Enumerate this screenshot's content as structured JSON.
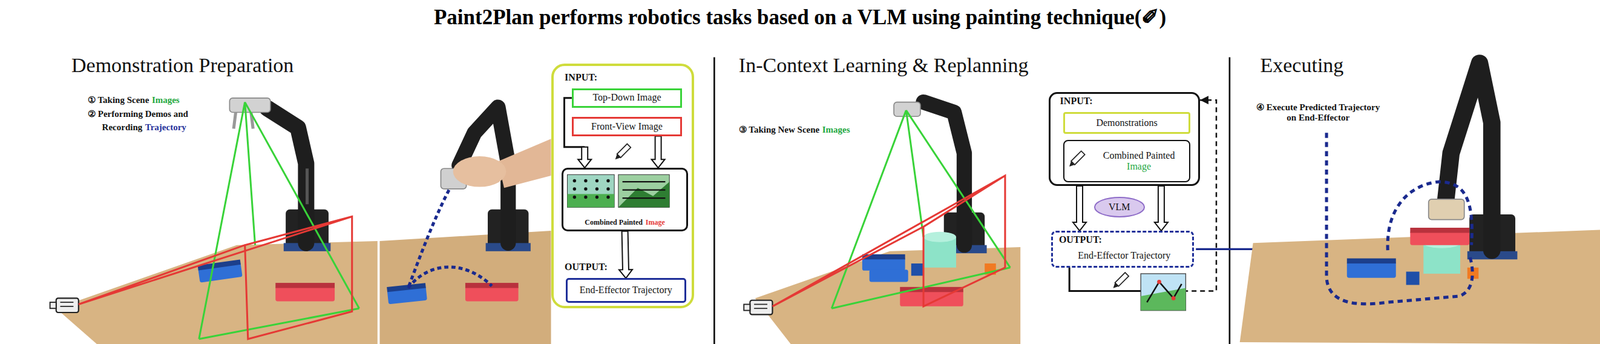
{
  "diagram": {
    "title": "Paint2Plan performs robotics tasks based on a VLM using painting technique(✐)",
    "nodes": [
      {
        "text": [
          "INPUT:",
          "OUTPUT:"
        ]
      },
      {
        "text": [
          "Top-Down Image"
        ],
        "in": 0
      },
      {
        "text": [
          "Front-View Image"
        ],
        "in": 0
      },
      {
        "text": [
          "Combined Painted",
          "Image"
        ],
        "in": 0
      },
      {
        "text": [
          "End-Effector Trajectory"
        ],
        "in": 0
      },
      {
        "text": [
          "INPUT:"
        ]
      },
      {
        "text": [
          "Demonstrations"
        ],
        "in": 5
      },
      {
        "text": [
          "Combined Painted",
          "Image"
        ],
        "in": 5
      },
      {
        "text": [
          "VLM"
        ]
      },
      {
        "text": [
          "OUTPUT:",
          "End-Effector Trajectory"
        ]
      }
    ],
    "edges": [
      {
        "from": 1,
        "to": 3,
        "arrow": "to"
      },
      {
        "from": 2,
        "to": 3,
        "arrow": "to"
      },
      {
        "from": 3,
        "to": 4,
        "arrow": "to"
      },
      {
        "from": 5,
        "to": 9,
        "arrow": "to"
      },
      {
        "from": 5,
        "to": 9,
        "arrow": "to"
      },
      {
        "from": 9,
        "to": 5,
        "arrow": "to"
      }
    ],
    "labels": [
      "Demonstration Preparation",
      "① Taking Scene",
      "Images",
      "② Performing Demos and",
      "Recording",
      "Trajectory",
      "In-Context Learning & Replanning",
      "③ Taking New Scene",
      "Images",
      "Executing",
      "④ Execute Predicted Trajectory on End-Effector"
    ]
  }
}
